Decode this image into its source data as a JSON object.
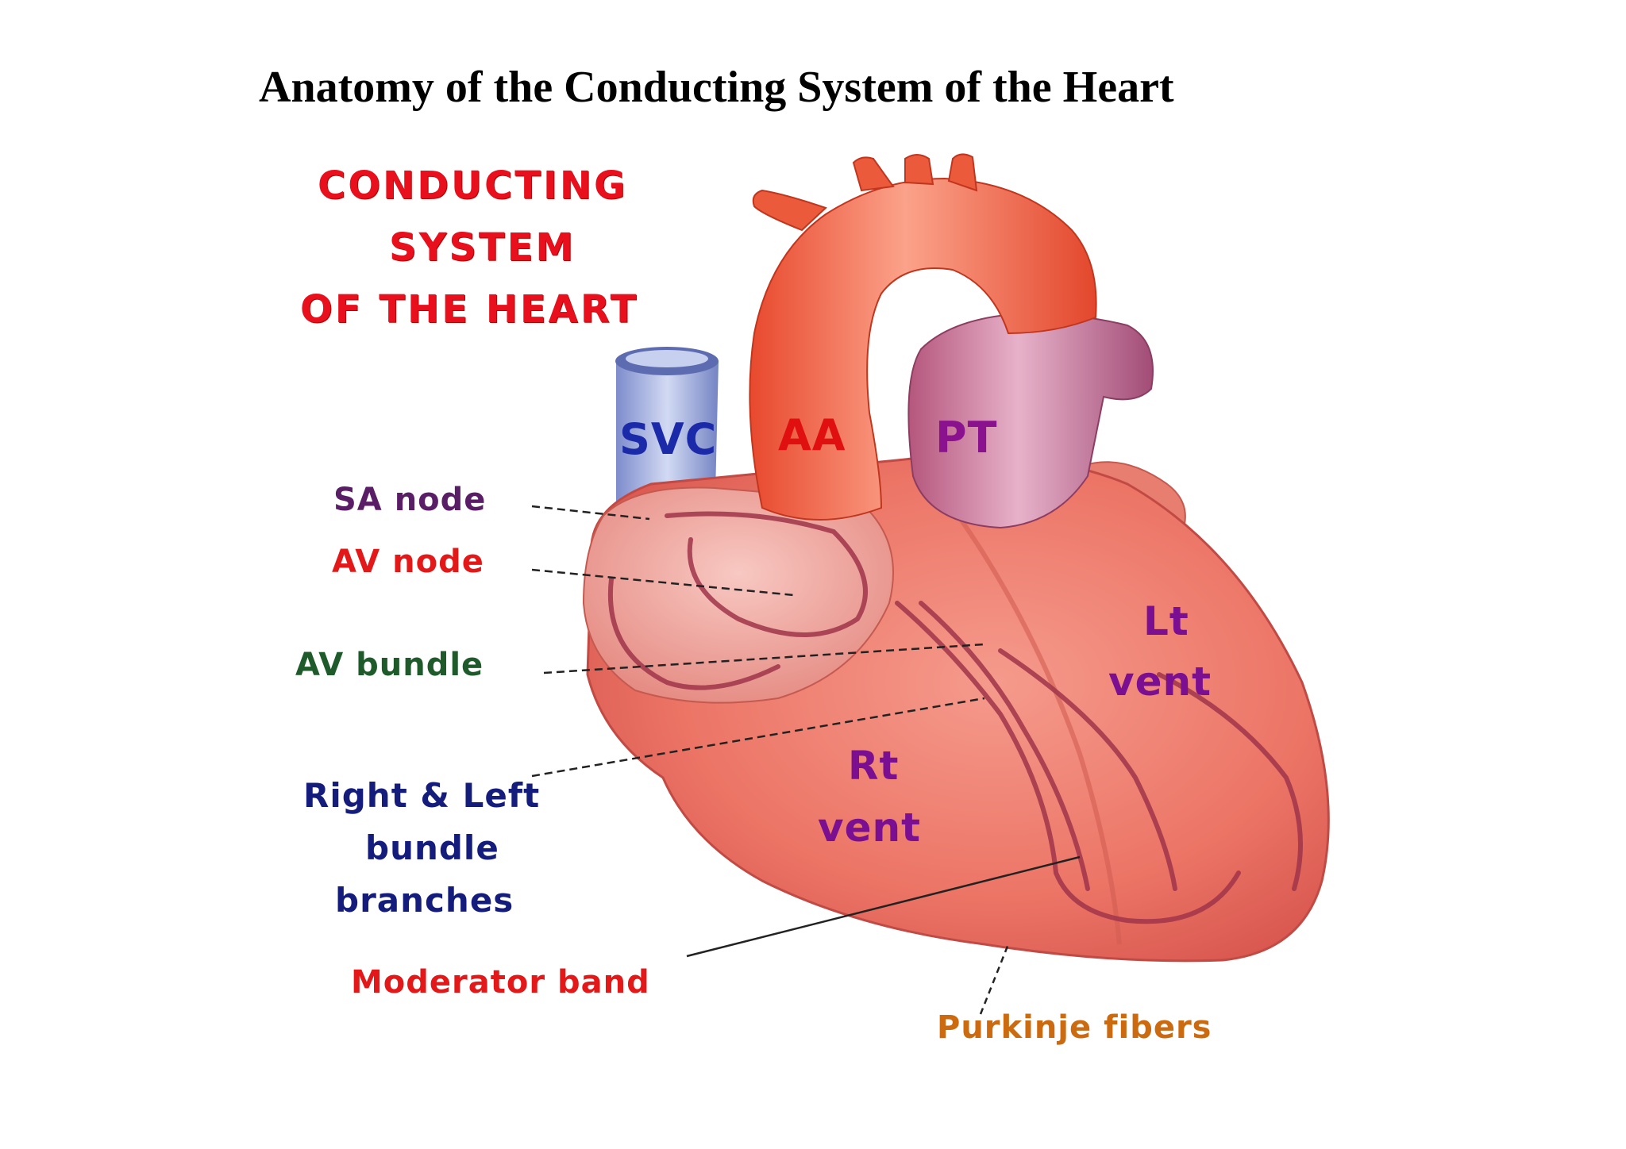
{
  "title": "Anatomy of the Conducting System of the Heart",
  "heading": [
    "CONDUCTING",
    "SYSTEM",
    "OF THE HEART"
  ],
  "vessels": {
    "svc": "SVC",
    "aa": "AA",
    "pt": "PT"
  },
  "chambers": {
    "lt": [
      "Lt",
      "vent"
    ],
    "rt": [
      "Rt",
      "vent"
    ]
  },
  "labels": {
    "sa_node": "SA node",
    "av_node": "AV node",
    "av_bundle": "AV bundle",
    "bundle_branches": [
      "Right & Left",
      "bundle",
      "branches"
    ],
    "moderator_band": "Moderator band",
    "purkinje": "Purkinje fibers"
  },
  "colors": {
    "heading": "#e8101c",
    "svc": "#1a2aa8",
    "aa": "#e01010",
    "pt": "#8a128e",
    "ventricle_label": "#7a0f92",
    "sa_node": "#5a1e66",
    "av_node": "#e31818",
    "av_bundle": "#1f5a2a",
    "bundle_branches": "#141c7c",
    "moderator_band": "#e31818",
    "purkinje": "#cc6a10",
    "heart_muscle": "#ef7a6c",
    "aorta": "#ee5a3c",
    "pulmonary_trunk": "#b96a90",
    "vena_cava": "#97a6d6"
  }
}
